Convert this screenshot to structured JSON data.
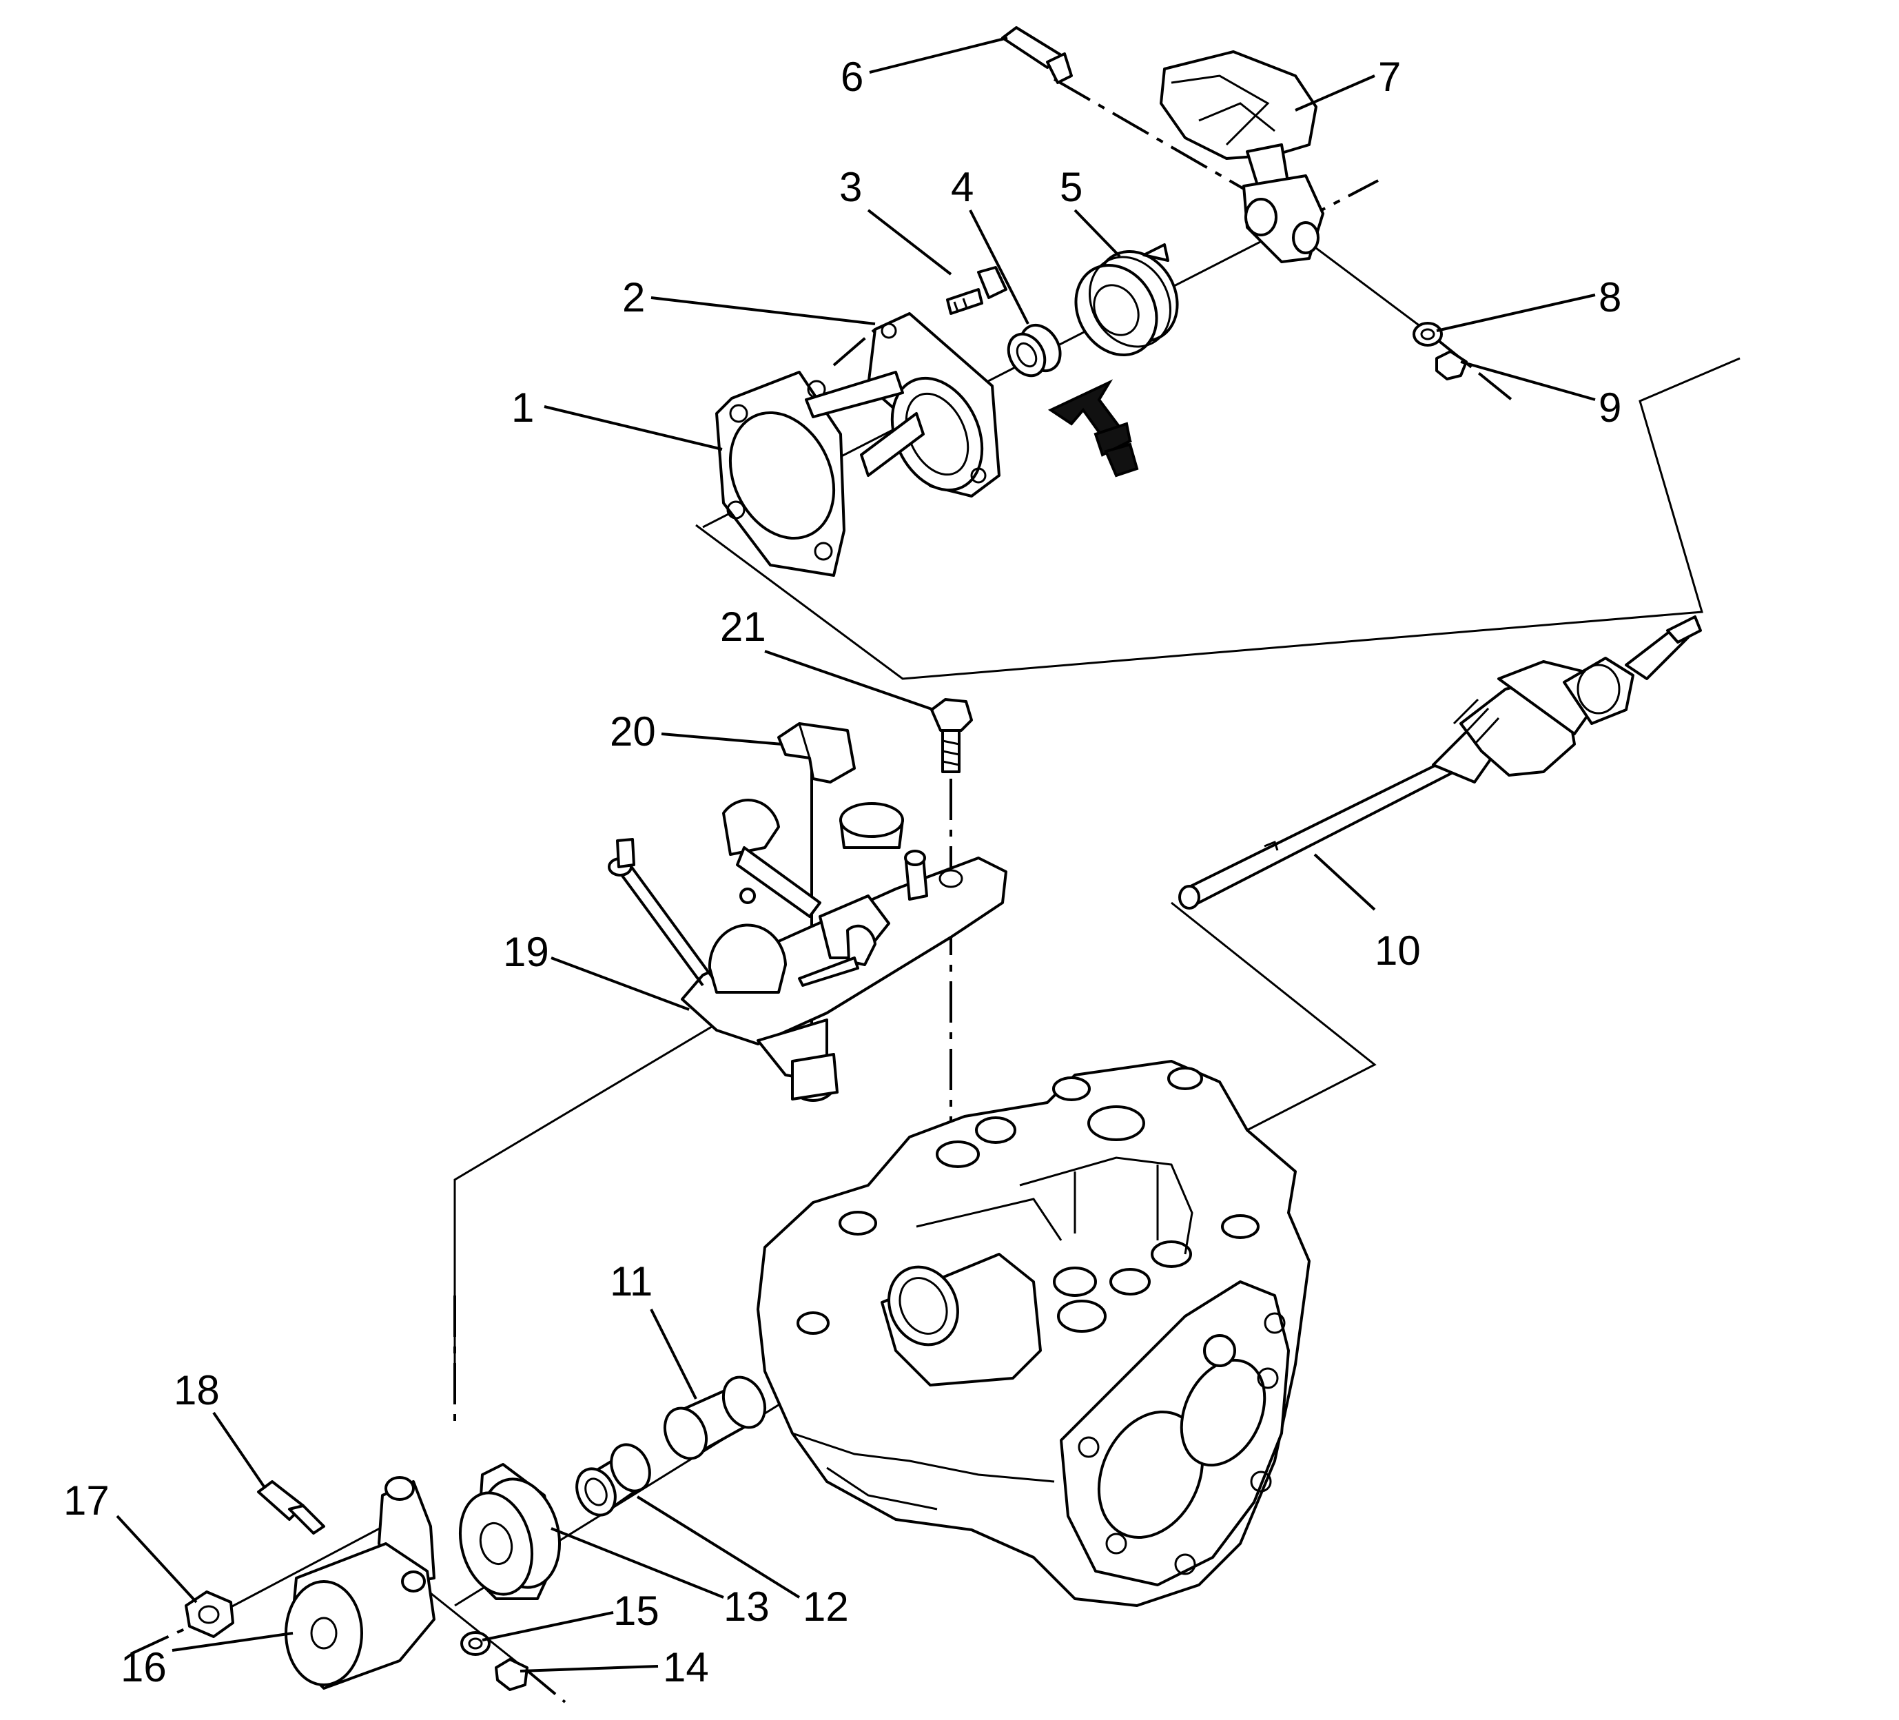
{
  "callouts": [
    {
      "id": "label-1",
      "text": "1"
    },
    {
      "id": "label-2",
      "text": "2"
    },
    {
      "id": "label-3",
      "text": "3"
    },
    {
      "id": "label-4",
      "text": "4"
    },
    {
      "id": "label-5",
      "text": "5"
    },
    {
      "id": "label-6",
      "text": "6"
    },
    {
      "id": "label-7",
      "text": "7"
    },
    {
      "id": "label-8",
      "text": "8"
    },
    {
      "id": "label-9",
      "text": "9"
    },
    {
      "id": "label-10",
      "text": "10"
    },
    {
      "id": "label-11",
      "text": "11"
    },
    {
      "id": "label-12",
      "text": "12"
    },
    {
      "id": "label-13",
      "text": "13"
    },
    {
      "id": "label-14",
      "text": "14"
    },
    {
      "id": "label-15",
      "text": "15"
    },
    {
      "id": "label-16",
      "text": "16"
    },
    {
      "id": "label-17",
      "text": "17"
    },
    {
      "id": "label-18",
      "text": "18"
    },
    {
      "id": "label-19",
      "text": "19"
    },
    {
      "id": "label-20",
      "text": "20"
    },
    {
      "id": "label-21",
      "text": "21"
    }
  ]
}
